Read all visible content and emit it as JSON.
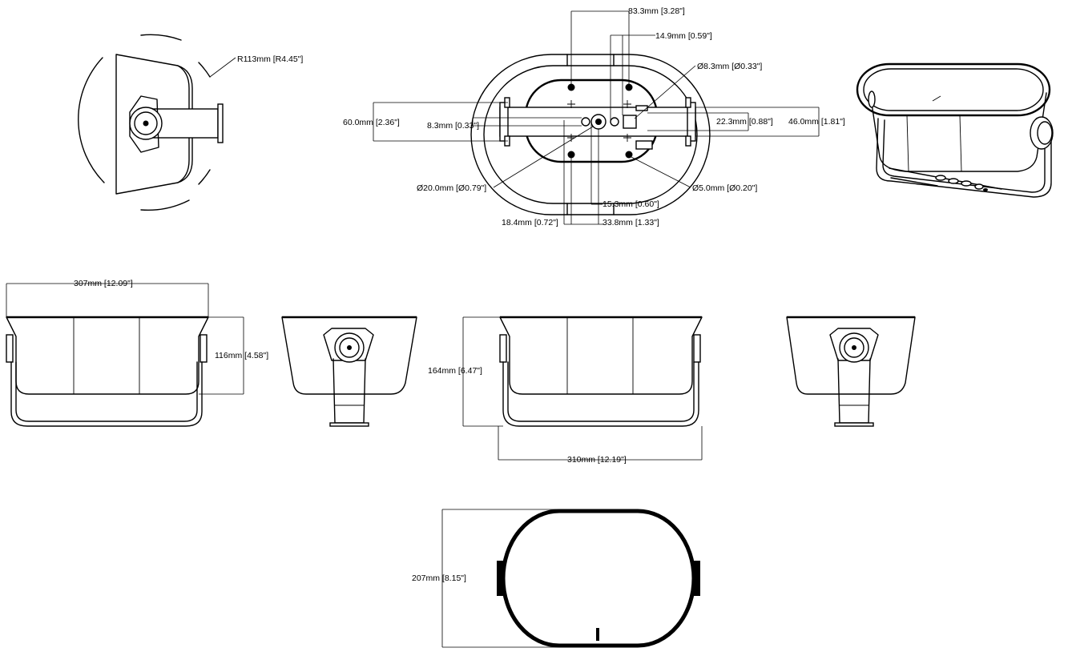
{
  "dimensions": {
    "r113": "R113mm [R4.45\"]",
    "d83_3": "83.3mm [3.28\"]",
    "d14_9": "14.9mm [0.59\"]",
    "d8_3dia": "Ø8.3mm [Ø0.33\"]",
    "d60": "60.0mm [2.36\"]",
    "d8_3": "8.3mm [0.33\"]",
    "d22_3": "22.3mm [0.88\"]",
    "d46": "46.0mm [1.81\"]",
    "d20dia": "Ø20.0mm [Ø0.79\"]",
    "d5dia": "Ø5.0mm [Ø0.20\"]",
    "d15_3": "15.3mm [0.60\"]",
    "d18_4": "18.4mm [0.72\"]",
    "d33_8": "33.8mm [1.33\"]",
    "d307": "307mm [12.09\"]",
    "d116": "116mm [4.58\"]",
    "d164": "164mm [6.47\"]",
    "d310": "310mm [12.19\"]",
    "d207": "207mm [8.15\"]"
  },
  "colors": {
    "line": "#000000",
    "background": "#ffffff"
  }
}
